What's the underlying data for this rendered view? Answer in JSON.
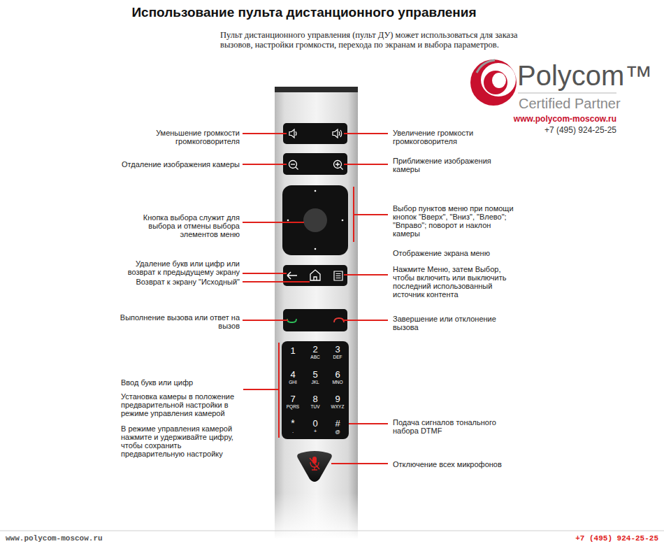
{
  "diagram": {
    "title": "Использование пульта дистанционного управления",
    "nodes": [
      {
        "text": [
          "1",
          "2",
          "ABC",
          "3",
          "DEF",
          "4",
          "GHI",
          "5",
          "JKL",
          "6",
          "MNO",
          "7",
          "PQRS",
          "8",
          "TUV",
          "9",
          "WXYZ",
          "*",
          ".",
          "0",
          "+",
          "#",
          "@"
        ]
      }
    ],
    "edges": [],
    "labels": [
      "Пульт дистанционного управления (пульт ДУ) может использоваться для заказа вызовов, настройки громкости, перехода по экранам и выбора параметров.",
      "Polycom™",
      "Certified Partner",
      "www.polycom-moscow.ru",
      "+7 (495) 924-25-25",
      "Уменьшение громкости громкоговорителя",
      "Увеличение громкости громкоговорителя",
      "Отдаление изображения камеры",
      "Приближение изображения камеры",
      "Кнопка выбора служит для выбора и отмены выбора элементов меню",
      "Выбор пунктов меню при помощи кнопок \"Вверх\", \"Вниз\", \"Влево\"; \"Вправо\"; поворот и наклон камеры",
      "Отображение экрана меню",
      "Удаление букв или цифр или возврат к предыдущему экрану",
      "Нажмите Меню, затем Выбор, чтобы включить или выключить последний использованный источник контента",
      "Возврат к экрану \"Исходный\"",
      "Выполнение вызова или ответ на вызов",
      "Завершение или отклонение вызова",
      "Ввод букв или цифр",
      "Установка камеры в положение предварительной настройки в режиме управления камерой",
      "В режиме управления камерой нажмите и удерживайте цифру, чтобы сохранить предварительную настройку",
      "Подача сигналов тонального набора DTMF",
      "Отключение всех микрофонов",
      "www.polycom-moscow.ru",
      "+7 (495) 924-25-25"
    ]
  }
}
